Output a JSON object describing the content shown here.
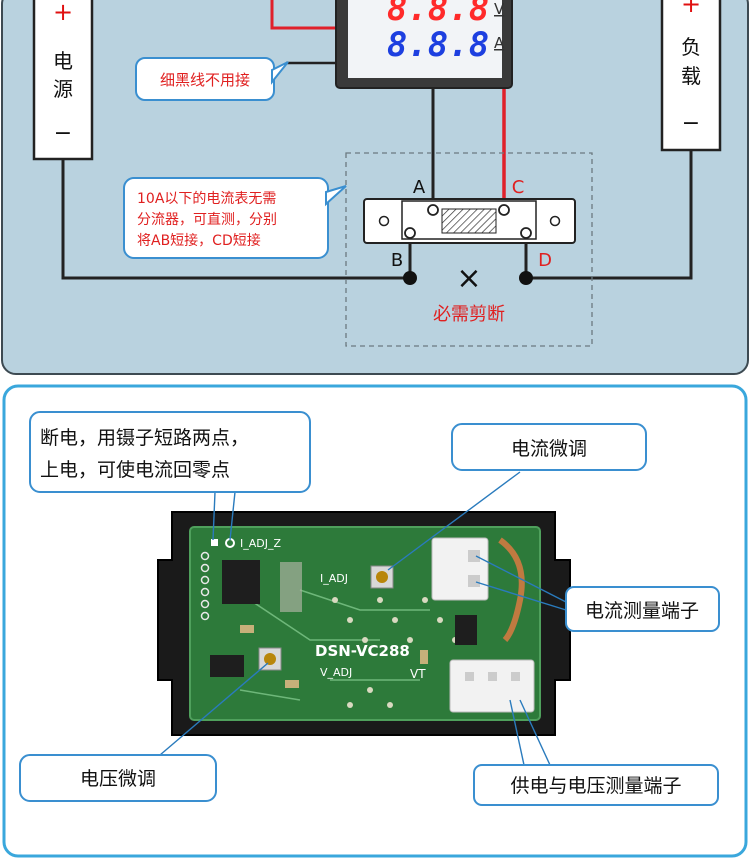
{
  "wiring": {
    "source_label_1": "电",
    "source_label_2": "源",
    "load_label_1": "负",
    "load_label_2": "载",
    "plus": "+",
    "minus": "−",
    "display_voltage": "8.8.8",
    "display_current": "8.8.8",
    "unit_v": "V",
    "unit_a": "A",
    "note_black_wire": "细黑线不用接",
    "note_shunt_1": "10A以下的电流表无需",
    "note_shunt_2": "分流器，可直测，分别",
    "note_shunt_3": "将AB短接，CD短接",
    "label_a": "A",
    "label_b": "B",
    "label_c": "C",
    "label_d": "D",
    "cut_mark": "×",
    "cut_note": "必需剪断"
  },
  "board": {
    "callout_zero_1": "断电，用镊子短路两点，",
    "callout_zero_2": "上电，可使电流回零点",
    "callout_current_adj": "电流微调",
    "callout_current_terminal": "电流测量端子",
    "callout_voltage_adj": "电压微调",
    "callout_power_terminal": "供电与电压测量端子",
    "silk_model": "DSN-VC288",
    "silk_i_adj_z": "I_ADJ_Z",
    "silk_i_adj": "I_ADJ",
    "silk_v_adj": "V_ADJ",
    "silk_vt": "VT"
  },
  "colors": {
    "panel_bg": "#b9d2df",
    "callout_border": "#3a8fd0",
    "callout_red_text": "#e02020",
    "wire_red": "#e0202a",
    "seg_red": "#ff2a2a",
    "seg_blue": "#1d3fe0",
    "pcb_green": "#2d7a3a"
  }
}
